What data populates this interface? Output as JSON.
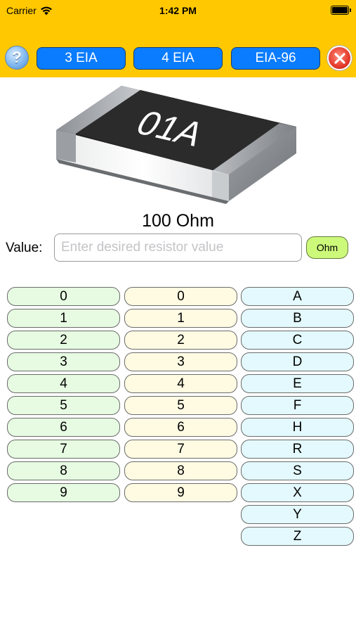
{
  "status": {
    "carrier": "Carrier",
    "time": "1:42 PM"
  },
  "toolbar": {
    "modes": [
      "3 EIA",
      "4 EIA",
      "EIA-96"
    ]
  },
  "chip": {
    "code": "01A"
  },
  "result": {
    "value_text": "100 Ohm"
  },
  "value_entry": {
    "label": "Value:",
    "placeholder": "Enter desired resistor value",
    "value": "",
    "unit_button": "Ohm"
  },
  "keypad": {
    "first_digits": [
      "0",
      "1",
      "2",
      "3",
      "4",
      "5",
      "6",
      "7",
      "8",
      "9"
    ],
    "second_digits": [
      "0",
      "1",
      "2",
      "3",
      "4",
      "5",
      "6",
      "7",
      "8",
      "9"
    ],
    "multipliers": [
      "A",
      "B",
      "C",
      "D",
      "E",
      "F",
      "H",
      "R",
      "S",
      "X",
      "Y",
      "Z"
    ]
  },
  "colors": {
    "toolbar": "#ffc800",
    "mode_button": "#0a7cff",
    "unit_button": "#ccf97a",
    "col_first": "#e6fbe1",
    "col_second": "#fffbe3",
    "col_multiplier": "#e3f9fd"
  }
}
